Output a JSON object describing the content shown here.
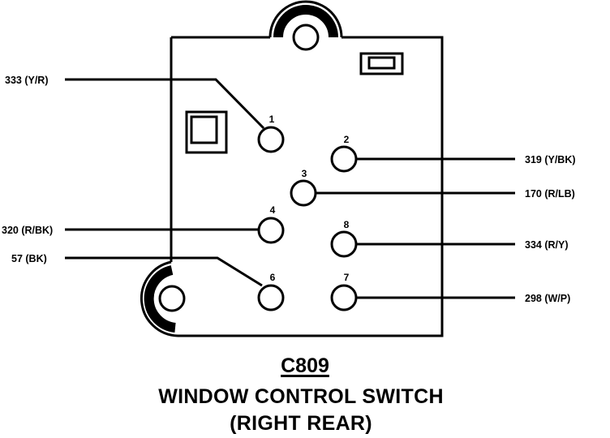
{
  "connector": {
    "id": "C809",
    "title_line1": "WINDOW CONTROL SWITCH",
    "title_line2": "(RIGHT REAR)"
  },
  "pins": [
    {
      "num": "1",
      "wire": "333 (Y/R)",
      "side": "left"
    },
    {
      "num": "2",
      "wire": "319 (Y/BK)",
      "side": "right"
    },
    {
      "num": "3",
      "wire": "170 (R/LB)",
      "side": "right"
    },
    {
      "num": "4",
      "wire": "320 (R/BK)",
      "side": "left"
    },
    {
      "num": "6",
      "wire": "57 (BK)",
      "side": "left"
    },
    {
      "num": "8",
      "wire": "334 (R/Y)",
      "side": "right"
    },
    {
      "num": "7",
      "wire": "298 (W/P)",
      "side": "right"
    }
  ]
}
